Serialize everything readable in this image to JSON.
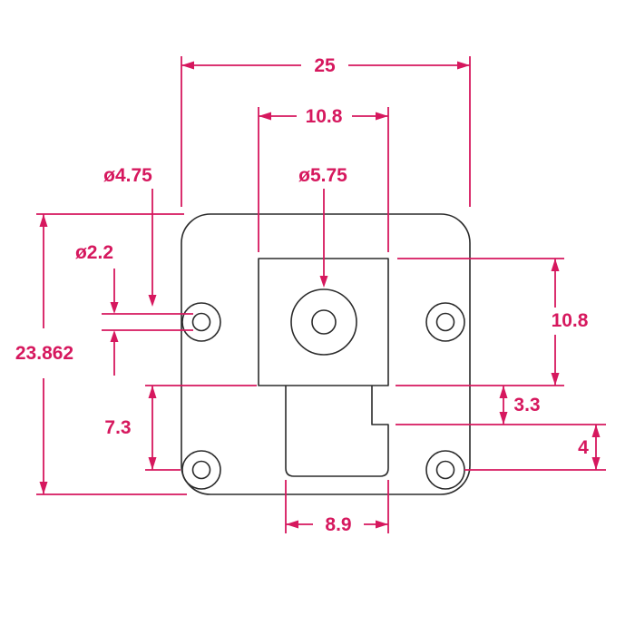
{
  "drawing": {
    "type": "engineering-dimension-drawing",
    "part_description": "square mounting plate with rounded corners, center boss with hole, four corner holes and lower slot with step",
    "colors": {
      "background": "#ffffff",
      "part_line": "#2b2b2b",
      "dimension": "#d6185e"
    },
    "dimensions": {
      "overall_width": "25",
      "boss_width": "10.8",
      "corner_hole_outer_dia": "ø4.75",
      "center_hole_dia": "ø5.75",
      "corner_hole_inner_dia": "ø2.2",
      "overall_height": "23.862",
      "boss_height": "10.8",
      "step_height": "3.3",
      "step_to_hole": "4",
      "boss_to_hole": "7.3",
      "slot_width": "8.9"
    }
  }
}
